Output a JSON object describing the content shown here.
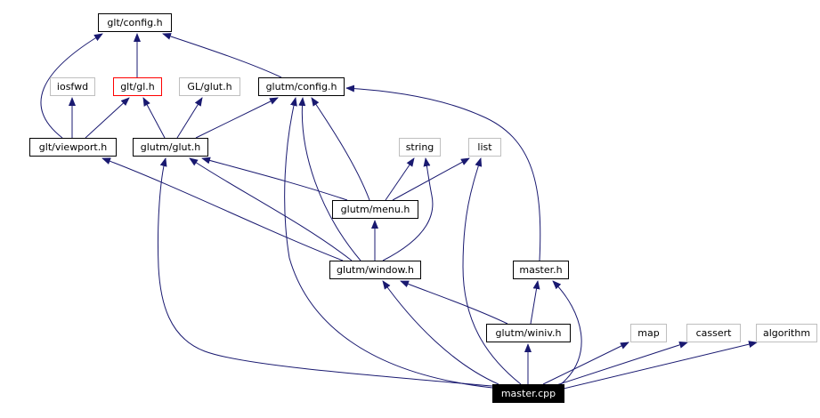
{
  "colors": {
    "edge": "#191970",
    "border_default": "#000000",
    "border_external": "#bfbfbf",
    "border_highlight": "#ff0000",
    "root_fill": "#000000",
    "root_text": "#ffffff",
    "text": "#000000"
  },
  "nodes": [
    {
      "id": "glt_config",
      "label": "glt/config.h",
      "style": "default"
    },
    {
      "id": "iosfwd",
      "label": "iosfwd",
      "style": "external"
    },
    {
      "id": "glt_gl",
      "label": "glt/gl.h",
      "style": "highlight"
    },
    {
      "id": "gl_glut",
      "label": "GL/glut.h",
      "style": "external"
    },
    {
      "id": "glutm_config",
      "label": "glutm/config.h",
      "style": "default"
    },
    {
      "id": "glt_viewport",
      "label": "glt/viewport.h",
      "style": "default"
    },
    {
      "id": "glutm_glut",
      "label": "glutm/glut.h",
      "style": "default"
    },
    {
      "id": "string",
      "label": "string",
      "style": "external"
    },
    {
      "id": "list",
      "label": "list",
      "style": "external"
    },
    {
      "id": "glutm_menu",
      "label": "glutm/menu.h",
      "style": "default"
    },
    {
      "id": "glutm_window",
      "label": "glutm/window.h",
      "style": "default"
    },
    {
      "id": "master_h",
      "label": "master.h",
      "style": "default"
    },
    {
      "id": "glutm_winiv",
      "label": "glutm/winiv.h",
      "style": "default"
    },
    {
      "id": "map",
      "label": "map",
      "style": "external"
    },
    {
      "id": "cassert",
      "label": "cassert",
      "style": "external"
    },
    {
      "id": "algorithm",
      "label": "algorithm",
      "style": "external"
    },
    {
      "id": "master_cpp",
      "label": "master.cpp",
      "style": "root"
    }
  ],
  "edges": [
    {
      "from": "glt_gl",
      "to": "glt_config"
    },
    {
      "from": "glt_viewport",
      "to": "glt_config"
    },
    {
      "from": "glutm_config",
      "to": "glt_config"
    },
    {
      "from": "glt_viewport",
      "to": "iosfwd"
    },
    {
      "from": "glt_viewport",
      "to": "glt_gl"
    },
    {
      "from": "glutm_glut",
      "to": "glt_gl"
    },
    {
      "from": "glutm_glut",
      "to": "gl_glut"
    },
    {
      "from": "glutm_glut",
      "to": "glutm_config"
    },
    {
      "from": "glutm_menu",
      "to": "glutm_config"
    },
    {
      "from": "glutm_window",
      "to": "glutm_config"
    },
    {
      "from": "master_h",
      "to": "glutm_config"
    },
    {
      "from": "master_cpp",
      "to": "glutm_config"
    },
    {
      "from": "glutm_menu",
      "to": "glutm_glut"
    },
    {
      "from": "glutm_window",
      "to": "glutm_glut"
    },
    {
      "from": "master_cpp",
      "to": "glutm_glut"
    },
    {
      "from": "glutm_window",
      "to": "glt_viewport"
    },
    {
      "from": "glutm_menu",
      "to": "string"
    },
    {
      "from": "glutm_window",
      "to": "string"
    },
    {
      "from": "glutm_menu",
      "to": "list"
    },
    {
      "from": "master_cpp",
      "to": "list"
    },
    {
      "from": "glutm_window",
      "to": "glutm_menu"
    },
    {
      "from": "glutm_winiv",
      "to": "glutm_window"
    },
    {
      "from": "master_cpp",
      "to": "glutm_window"
    },
    {
      "from": "glutm_winiv",
      "to": "master_h"
    },
    {
      "from": "master_cpp",
      "to": "master_h"
    },
    {
      "from": "master_cpp",
      "to": "glutm_winiv"
    },
    {
      "from": "master_cpp",
      "to": "map"
    },
    {
      "from": "master_cpp",
      "to": "cassert"
    },
    {
      "from": "master_cpp",
      "to": "algorithm"
    }
  ]
}
